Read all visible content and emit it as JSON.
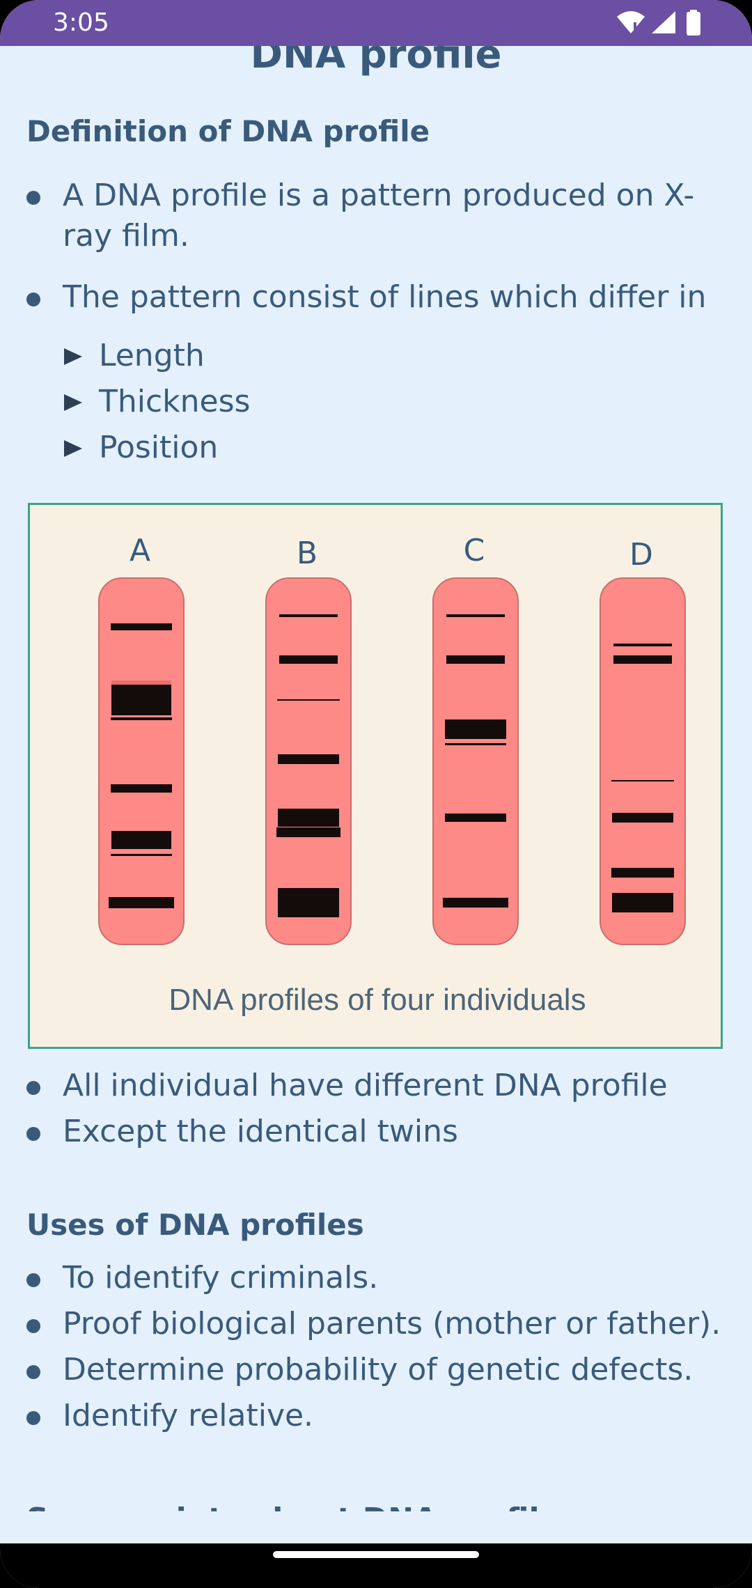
{
  "status_bar": {
    "time": "3:05",
    "icons": [
      "wifi-icon",
      "signal-icon",
      "battery-icon"
    ]
  },
  "page": {
    "title": "DNA profile"
  },
  "definition": {
    "heading": "Definition of DNA profile",
    "bullets": [
      "A DNA profile is a pattern produced on X-ray film.",
      "The pattern consist of lines which differ in"
    ],
    "sub_items": [
      "Length",
      "Thickness",
      "Position"
    ]
  },
  "figure": {
    "lanes": [
      {
        "label": "A",
        "bands": [
          0.13,
          0.33,
          0.38,
          0.57,
          0.71,
          0.75,
          0.88
        ]
      },
      {
        "label": "B",
        "bands": [
          0.1,
          0.22,
          0.33,
          0.49,
          0.65,
          0.69,
          0.88
        ]
      },
      {
        "label": "C",
        "bands": [
          0.1,
          0.22,
          0.41,
          0.45,
          0.65,
          0.88
        ]
      },
      {
        "label": "D",
        "bands": [
          0.18,
          0.22,
          0.55,
          0.65,
          0.8,
          0.88
        ]
      }
    ],
    "caption": "DNA profiles of four individuals"
  },
  "after_figure": {
    "bullets": [
      "All individual have different DNA profile",
      "Except the identical twins"
    ]
  },
  "uses": {
    "heading": "Uses of DNA profiles",
    "bullets": [
      "To identify criminals.",
      "Proof biological parents (mother or father).",
      "Determine probability of genetic defects.",
      "Identify relative."
    ]
  },
  "cutoff_heading": "Some points about DNA profiles"
}
